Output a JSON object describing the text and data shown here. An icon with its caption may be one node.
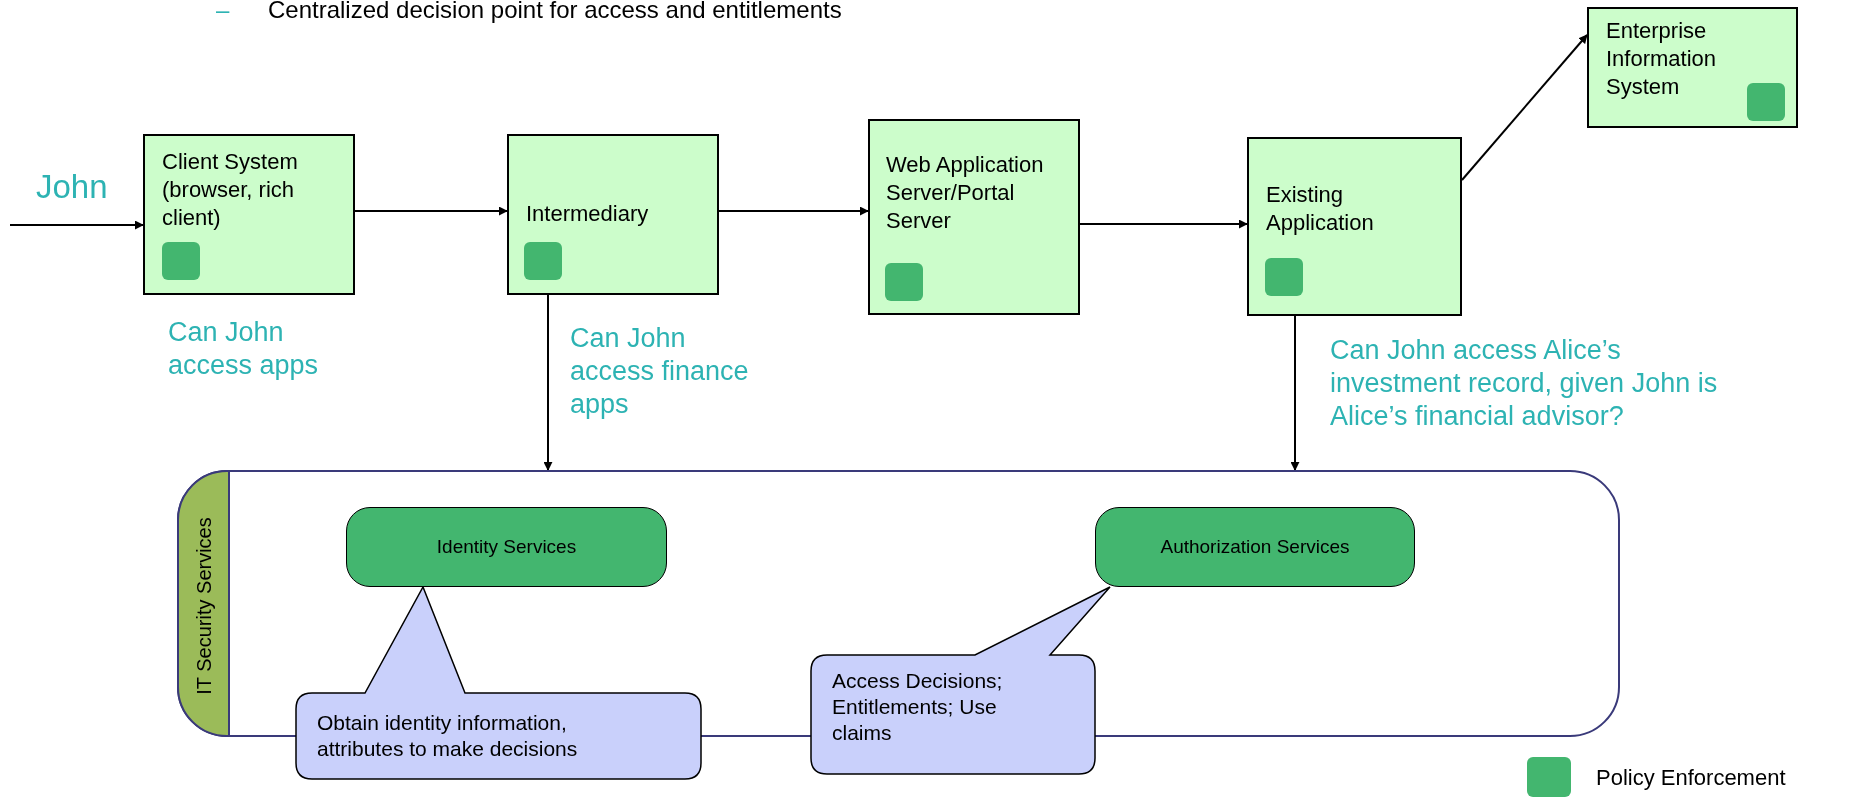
{
  "diagram": {
    "nodes": [
      {
        "text": [
          "Client System (browser, rich client)"
        ],
        "beside": [
          "Can John access apps"
        ]
      },
      {
        "text": [
          "Intermediary"
        ]
      },
      {
        "text": [
          "Web Application Server/Portal Server"
        ]
      },
      {
        "text": [
          "Existing Application"
        ]
      },
      {
        "text": [
          "Enterprise Information System"
        ]
      },
      {
        "text": [
          "IT Security Services"
        ]
      },
      {
        "text": [
          "Identity Services"
        ],
        "in": 5
      },
      {
        "text": [
          "Authorization Services"
        ],
        "in": 5
      },
      {
        "text": [
          "Obtain identity information, attributes to make decisions"
        ]
      },
      {
        "text": [
          "Access Decisions; Entitlements; Use claims"
        ]
      }
    ],
    "edges": [
      {
        "from": null,
        "to": 0,
        "arrow": "to"
      },
      {
        "from": 0,
        "to": 1,
        "arrow": "to"
      },
      {
        "from": 1,
        "to": 2,
        "arrow": "to"
      },
      {
        "from": 2,
        "to": 3,
        "arrow": "to"
      },
      {
        "from": 3,
        "to": 4,
        "arrow": "to"
      },
      {
        "from": 1,
        "to": 5,
        "arrow": "to",
        "label": "Can John access finance apps"
      },
      {
        "from": 3,
        "to": 5,
        "arrow": "to",
        "label": "Can John access Alice’s investment record, given John is Alice’s financial advisor?"
      }
    ],
    "labels": [
      "–",
      "Centralized decision point for access and entitlements",
      "John"
    ],
    "legend": [
      {
        "text": "Policy Enforcement",
        "color": "#43b66f"
      }
    ]
  }
}
